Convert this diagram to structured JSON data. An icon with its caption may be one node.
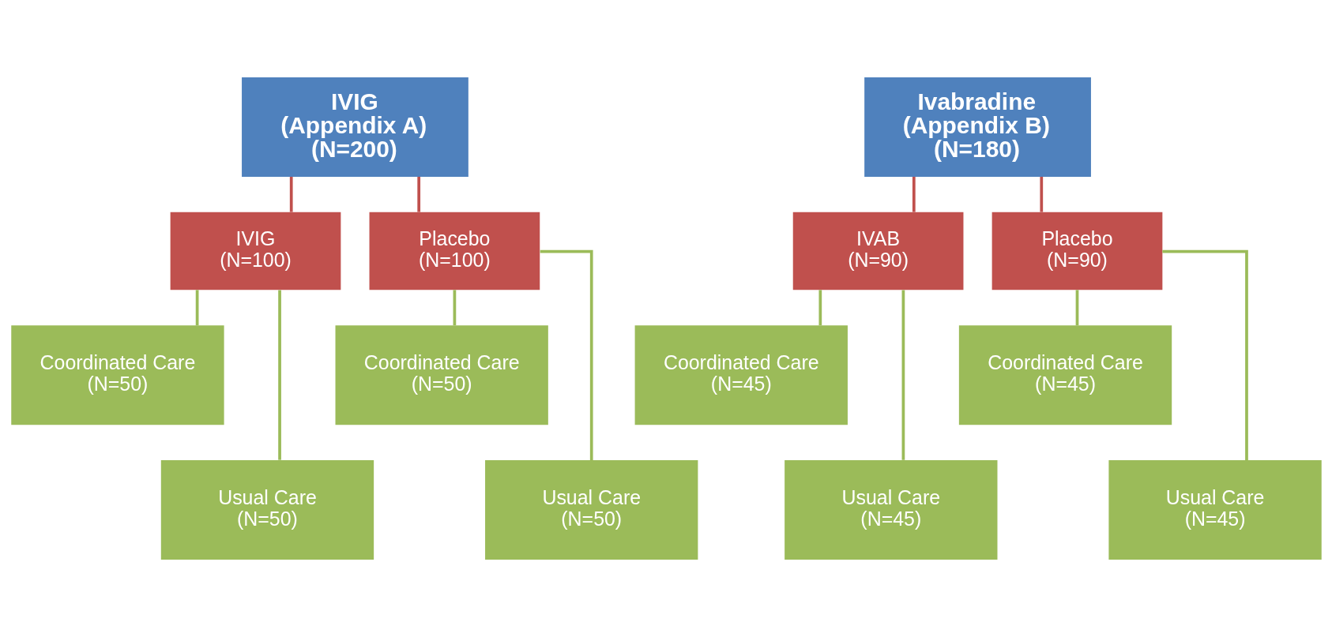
{
  "diagram": {
    "nodes": [
      {
        "text": [
          "IVIG",
          "(Appendix A)",
          "(N=200)"
        ]
      },
      {
        "text": [
          "IVIG",
          "(N=100)"
        ]
      },
      {
        "text": [
          "Placebo",
          "(N=100)"
        ]
      },
      {
        "text": [
          "Coordinated Care",
          "(N=50)"
        ]
      },
      {
        "text": [
          "Usual Care",
          "(N=50)"
        ]
      },
      {
        "text": [
          "Coordinated Care",
          "(N=50)"
        ]
      },
      {
        "text": [
          "Usual Care",
          "(N=50)"
        ]
      },
      {
        "text": [
          "Ivabradine",
          "(Appendix B)",
          "(N=180)"
        ]
      },
      {
        "text": [
          "IVAB",
          "(N=90)"
        ]
      },
      {
        "text": [
          "Placebo",
          "(N=90)"
        ]
      },
      {
        "text": [
          "Coordinated Care",
          "(N=45)"
        ]
      },
      {
        "text": [
          "Usual Care",
          "(N=45)"
        ]
      },
      {
        "text": [
          "Coordinated Care",
          "(N=45)"
        ]
      },
      {
        "text": [
          "Usual Care",
          "(N=45)"
        ]
      }
    ],
    "edges": [
      {
        "from": 0,
        "to": 1,
        "arrow": "none",
        "color": "#c0504d"
      },
      {
        "from": 0,
        "to": 2,
        "arrow": "none",
        "color": "#c0504d"
      },
      {
        "from": 1,
        "to": 3,
        "arrow": "none"
      },
      {
        "from": 1,
        "to": 4,
        "arrow": "none"
      },
      {
        "from": 2,
        "to": 5,
        "arrow": "none"
      },
      {
        "from": 2,
        "to": 6,
        "arrow": "none"
      },
      {
        "from": 7,
        "to": 8,
        "arrow": "none",
        "color": "#c0504d"
      },
      {
        "from": 7,
        "to": 9,
        "arrow": "none",
        "color": "#c0504d"
      },
      {
        "from": 8,
        "to": 10,
        "arrow": "none"
      },
      {
        "from": 8,
        "to": 11,
        "arrow": "none"
      },
      {
        "from": 9,
        "to": 12,
        "arrow": "none"
      },
      {
        "from": 9,
        "to": 13,
        "arrow": "none"
      }
    ]
  }
}
